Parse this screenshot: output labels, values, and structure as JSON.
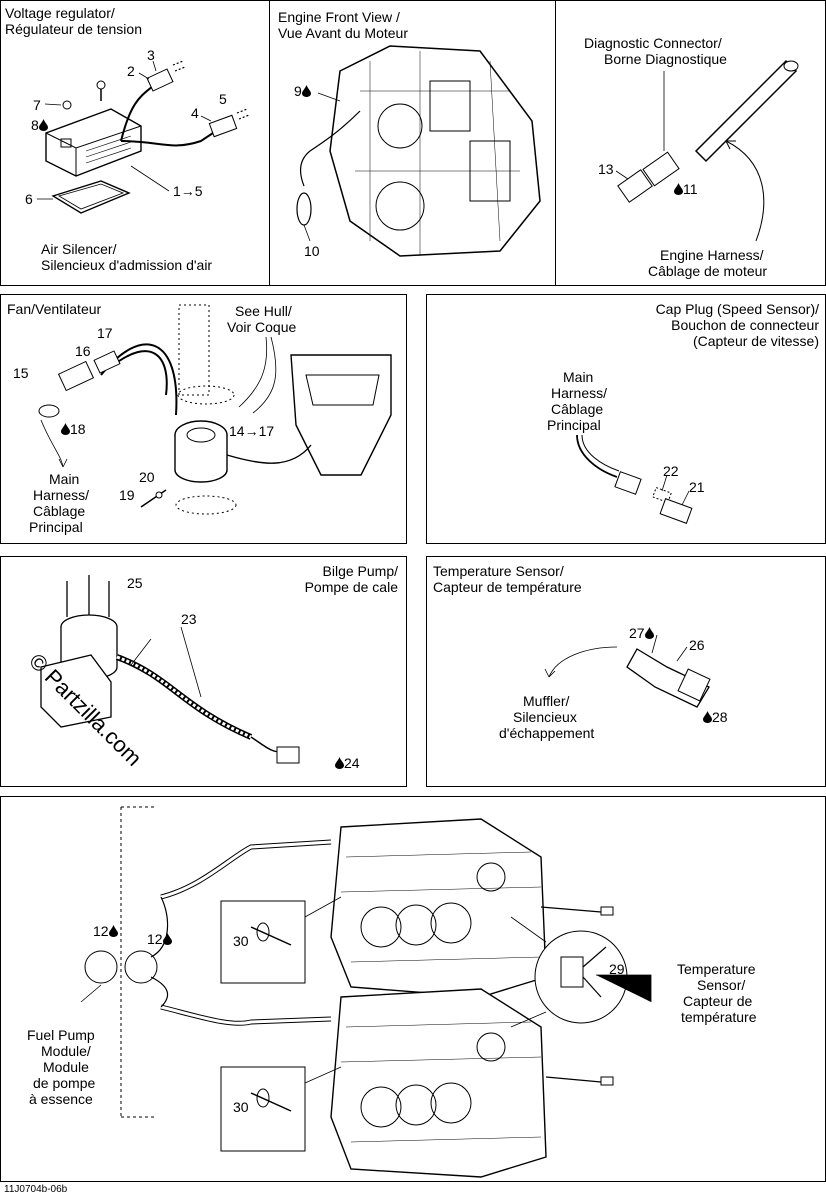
{
  "panels": {
    "voltage": {
      "title": [
        "Voltage regulator/",
        "Régulateur de tension"
      ],
      "caption": [
        "Air Silencer/",
        "Silencieux d'admission d'air"
      ],
      "callouts": [
        "3",
        "2",
        "7",
        "8",
        "4",
        "5",
        "6",
        "1→5"
      ]
    },
    "engine_front": {
      "title": [
        "Engine Front View /",
        "Vue Avant du Moteur"
      ],
      "callouts": [
        "9",
        "10"
      ]
    },
    "diagnostic": {
      "title": [
        "Diagnostic Connector/",
        "Borne Diagnostique"
      ],
      "caption": [
        "Engine Harness/",
        "Câblage de moteur"
      ],
      "callouts": [
        "13",
        "11"
      ]
    },
    "fan": {
      "title": "Fan/Ventilateur",
      "see_hull": [
        "See Hull/",
        "Voir Coque"
      ],
      "caption": [
        "Main",
        "Harness/",
        "Câblage",
        "Principal"
      ],
      "callouts": [
        "17",
        "16",
        "15",
        "18",
        "14→17",
        "20",
        "19"
      ]
    },
    "cap_plug": {
      "title": [
        "Cap Plug (Speed Sensor)/",
        "Bouchon de  connecteur",
        "(Capteur de vitesse)"
      ],
      "caption": [
        "Main",
        "Harness/",
        "Câblage",
        "Principal"
      ],
      "callouts": [
        "22",
        "21"
      ]
    },
    "bilge": {
      "title": [
        "Bilge Pump/",
        "Pompe de cale"
      ],
      "callouts": [
        "25",
        "23",
        "24"
      ]
    },
    "temp": {
      "title": [
        "Temperature Sensor/",
        "Capteur de température"
      ],
      "caption": [
        "Muffler/",
        "Silencieux",
        "d'échappement"
      ],
      "callouts": [
        "27",
        "26",
        "28"
      ]
    },
    "bottom": {
      "temp_caption": [
        "Temperature",
        "Sensor/",
        "Capteur de",
        "température"
      ],
      "pump_caption": [
        "Fuel Pump",
        "Module/",
        "Module",
        "de pompe",
        "à essence"
      ],
      "callouts": [
        "12",
        "12",
        "30",
        "29",
        "30"
      ]
    }
  },
  "watermark": "© Partzilla.com",
  "footer": "11J0704b-06b"
}
